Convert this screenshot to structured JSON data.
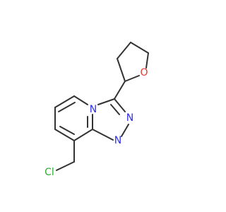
{
  "molecule": {
    "atoms": [
      {
        "id": "n-bridge",
        "symbol": "N",
        "color": "#2f2fe6"
      },
      {
        "id": "n-triazole-2",
        "symbol": "N",
        "color": "#2f2fe6"
      },
      {
        "id": "n-triazole-3",
        "symbol": "N",
        "color": "#2f2fe6"
      },
      {
        "id": "o-thf",
        "symbol": "O",
        "color": "#e63a2f"
      },
      {
        "id": "cl",
        "symbol": "Cl",
        "color": "#30b030"
      }
    ],
    "bond_color": "#333333"
  }
}
